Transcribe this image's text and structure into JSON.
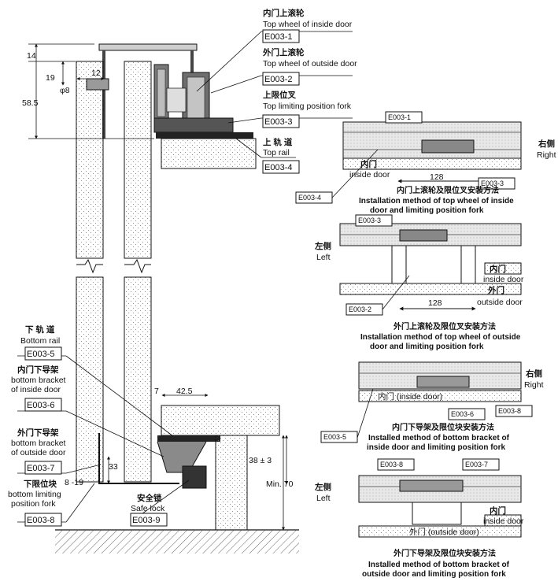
{
  "labels": {
    "e1_cn": "内门上滚轮",
    "e1_en": "Top wheel of inside door",
    "e1_code": "E003-1",
    "e2_cn": "外门上滚轮",
    "e2_en": "Top wheel of outside door",
    "e2_code": "E003-2",
    "e3_cn": "上限位叉",
    "e3_en": "Top limiting position fork",
    "e3_code": "E003-3",
    "e4_cn": "上 轨 道",
    "e4_en": "Top rail",
    "e4_code": "E003-4",
    "e5_cn": "下 轨 道",
    "e5_en": "Bottom rail",
    "e5_code": "E003-5",
    "e6_cn": "内门下导架",
    "e6_en1": "bottom bracket",
    "e6_en2": "of inside door",
    "e6_code": "E003-6",
    "e7_cn": "外门下导架",
    "e7_en1": "bottom bracket",
    "e7_en2": "of outside door",
    "e7_code": "E003-7",
    "e8_cn": "下限位块",
    "e8_en1": "bottom limiting",
    "e8_en2": "position fork",
    "e8_code": "E003-8",
    "e9_cn": "安全锁",
    "e9_en": "Safe lock",
    "e9_code": "E003-9"
  },
  "dimensions": {
    "d14": "14",
    "d19": "19",
    "d58": "58.5",
    "d12": "12",
    "phi8": "φ8",
    "d7": "7",
    "d42": "42.5",
    "d38": "38 ± 3",
    "d33": "33",
    "d819": "8 -19",
    "min70": "Min. 70",
    "d128a": "128",
    "d128b": "128"
  },
  "panels": {
    "p1": {
      "codes": [
        "E003-1",
        "E003-3",
        "E003-4"
      ],
      "right_cn": "右侧",
      "right_en": "Right",
      "door_cn": "内门",
      "door_en": "inside door",
      "cap_cn": "内门上滚轮及限位叉安装方法",
      "cap_en1": "Installation method of top wheel of inside",
      "cap_en2": "door and limiting position fork"
    },
    "p2": {
      "codes": [
        "E003-3",
        "E003-2"
      ],
      "left_cn": "左侧",
      "left_en": "Left",
      "in_cn": "内门",
      "in_en": "inside door",
      "out_cn": "外门",
      "out_en": "outside door",
      "cap_cn": "外门上滚轮及限位叉安装方法",
      "cap_en1": "Installation method of top wheel of outside",
      "cap_en2": "door and limiting position fork"
    },
    "p3": {
      "codes": [
        "E003-6",
        "E003-8",
        "E003-5"
      ],
      "right_cn": "右侧",
      "right_en": "Right",
      "door": "内门  (inside door)",
      "cap_cn": "内门下导架及限位块安装方法",
      "cap_en1": "Installed method of bottom bracket of",
      "cap_en2": "inside door and limiting position fork"
    },
    "p4": {
      "codes": [
        "E003-8",
        "E003-7"
      ],
      "left_cn": "左侧",
      "left_en": "Left",
      "in_cn": "内门",
      "in_en": "inside door",
      "out": "外门  (outside door)",
      "cap_cn": "外门下导架及限位块安装方法",
      "cap_en1": "Installed method of bottom bracket of",
      "cap_en2": "outside door and limiting position fork"
    }
  }
}
